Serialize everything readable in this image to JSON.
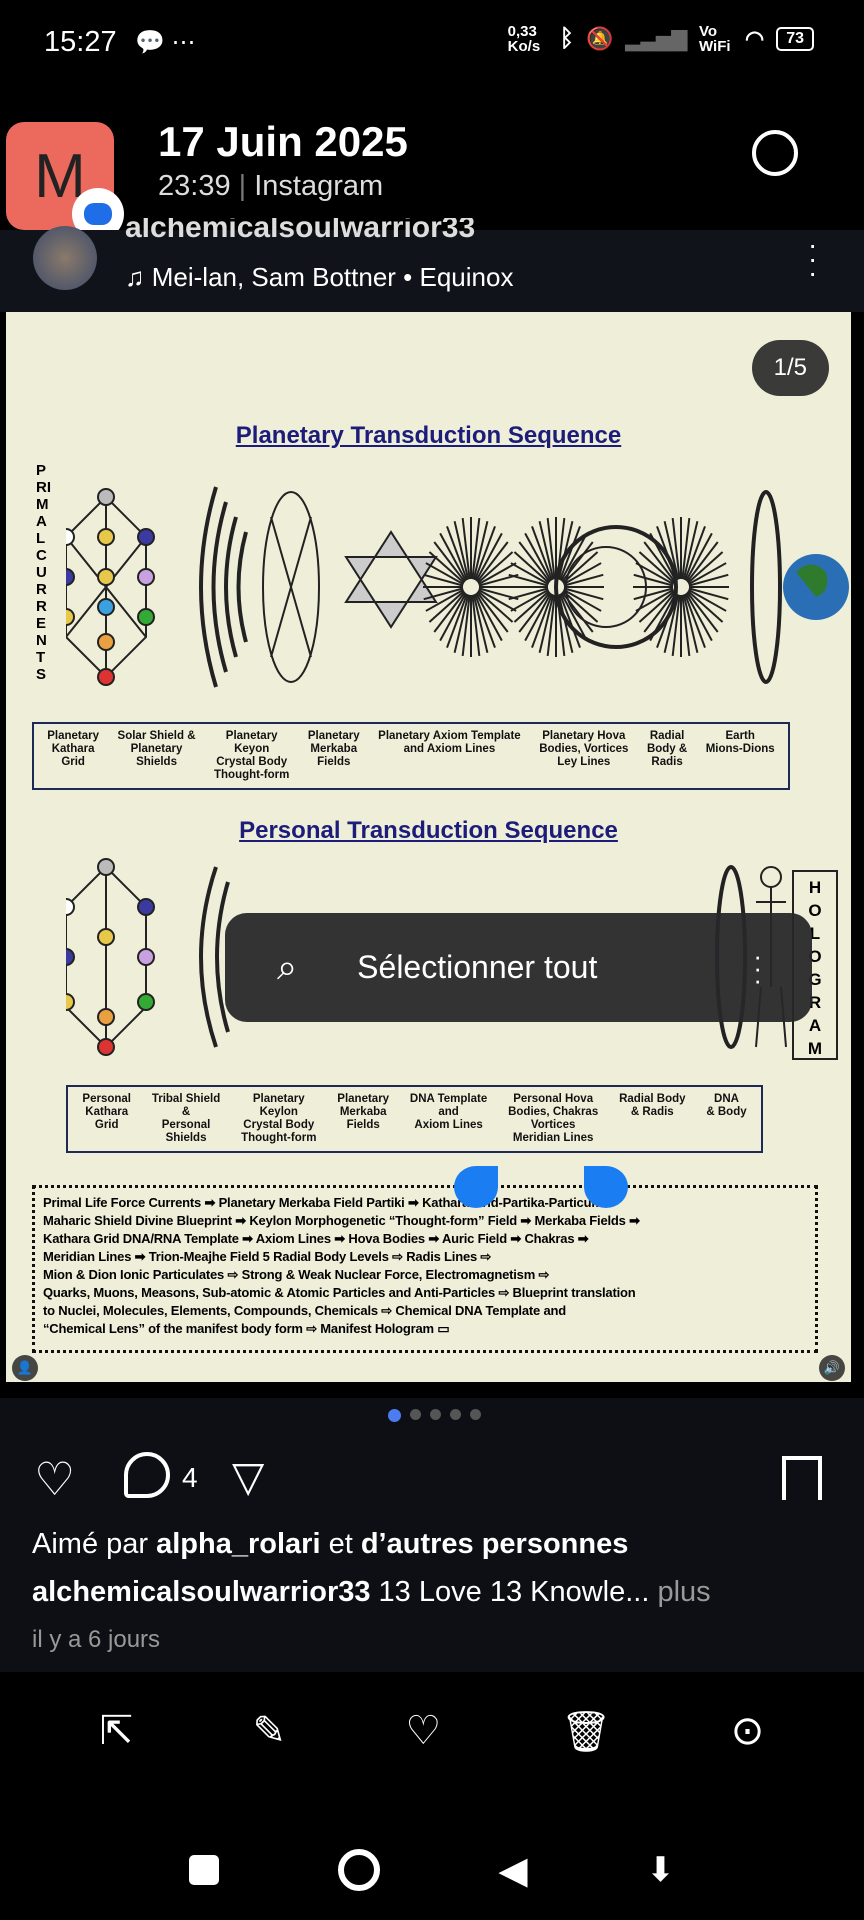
{
  "status": {
    "time": "15:27",
    "net_speed": "0,33 Ko/s",
    "vowifi": "Vo WiFi",
    "battery": "73"
  },
  "notification": {
    "app_initial": "M",
    "title": "17 Juin 2025",
    "time": "23:39",
    "source": "Instagram"
  },
  "post": {
    "username": "alchemicalsoulwarrior33",
    "music": "Mei-lan, Sam Bottner • Equinox",
    "pager": "1/5",
    "image": {
      "title1": "Planetary Transduction Sequence",
      "side_left": "PRIMAL CURRENTS",
      "labels1": [
        "Planetary\nKathara\nGrid",
        "Solar Shield &\nPlanetary\nShields",
        "Planetary\nKeyon\nCrystal Body\nThought-form",
        "Planetary\nMerkaba\nFields",
        "Planetary Axiom Template\nand Axiom Lines",
        "Planetary Hova\nBodies, Vortices\nLey Lines",
        "Radial\nBody &\nRadis",
        "Earth\nMions-Dions"
      ],
      "title2": "Personal Transduction Sequence",
      "side_right": "HOLOGRAM",
      "labels2": [
        "Personal\nKathara\nGrid",
        "Tribal Shield\n&\nPersonal\nShields",
        "Planetary\nKeylon\nCrystal Body\nThought-form",
        "Planetary\nMerkaba\nFields",
        "DNA Template\nand\nAxiom Lines",
        "Personal Hova\nBodies, Chakras\nVortices\nMeridian Lines",
        "Radial Body\n& Radis",
        "DNA\n& Body"
      ],
      "flow": [
        "Primal Life Force Currents ➡ Planetary Merkaba Field Partiki ➡ Kathara Grid-Partika-Particum ➡",
        "Maharic Shield Divine Blueprint ➡ Keylon Morphogenetic “Thought-form” Field ➡ Merkaba Fields ➡",
        "Kathara Grid DNA/RNA Template ➡ Axiom Lines ➡ Hova Bodies ➡ Auric Field ➡ Chakras ➡",
        "Meridian Lines ➡ Trion-Meajhe Field 5 Radial Body Levels ⇨ Radis Lines ⇨",
        "Mion & Dion Ionic Particulates ⇨ Strong & Weak Nuclear Force, Electromagnetism ⇨",
        "Quarks, Muons, Measons, Sub-atomic & Atomic Particles and Anti-Particles ⇨ Blueprint translation",
        "to Nuclei, Molecules, Elements, Compounds, Chemicals ⇨ Chemical DNA Template and",
        "“Chemical Lens” of the manifest body form ⇨ Manifest Hologram ▭"
      ]
    },
    "selection_menu": {
      "label": "Sélectionner tout"
    },
    "comment_count": "4",
    "liked_prefix": "Aimé par ",
    "liked_user": "alpha_rolari",
    "liked_mid": " et ",
    "liked_suffix": "d’autres personnes",
    "caption_text": " 13 Love 13 Knowle...",
    "more": " plus",
    "ago": "il y a 6 jours"
  },
  "colors": {
    "accent": "#4c7cf0",
    "bg": "#0d0f14",
    "image_bg": "#efefd9"
  }
}
